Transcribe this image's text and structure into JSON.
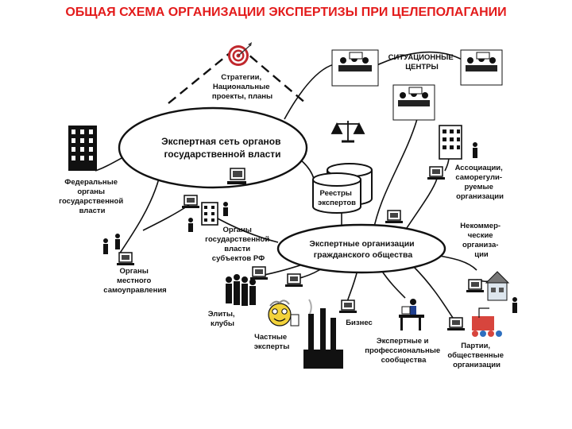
{
  "title": "ОБЩАЯ СХЕМА ОРГАНИЗАЦИИ ЭКСПЕРТИЗЫ ПРИ ЦЕЛЕПОЛАГАНИИ",
  "strategies": [
    "Стратегии,",
    "Национальные",
    "проекты, планы"
  ],
  "situation_centers": [
    "СИТУАЦИОННЫЕ",
    "ЦЕНТРЫ"
  ],
  "gov_network": [
    "Экспертная сеть органов",
    "государственной власти"
  ],
  "civil_orgs": [
    "Экспертные организации",
    "гражданского общества"
  ],
  "registry": [
    "Реестры",
    "экспертов"
  ],
  "federal": [
    "Федеральные",
    "органы",
    "государственной",
    "власти"
  ],
  "regional": [
    "Органы",
    "государственной",
    "власти",
    "субъектов РФ"
  ],
  "local": [
    "Органы",
    "местного",
    "самоуправления"
  ],
  "associations": [
    "Ассоциации,",
    "саморегули-",
    "руемые",
    "организации"
  ],
  "nonprofit": [
    "Некоммер-",
    "ческие",
    "организа-",
    "ции"
  ],
  "elites": [
    "Элиты,",
    "клубы"
  ],
  "private_experts": [
    "Частные",
    "эксперты"
  ],
  "business": [
    "Бизнес"
  ],
  "professional": [
    "Экспертные и",
    "профессиональные",
    "сообщества"
  ],
  "parties": [
    "Партии,",
    "общественные",
    "организации"
  ],
  "colors": {
    "title": "#e31b1b",
    "target": "#c0282d"
  }
}
